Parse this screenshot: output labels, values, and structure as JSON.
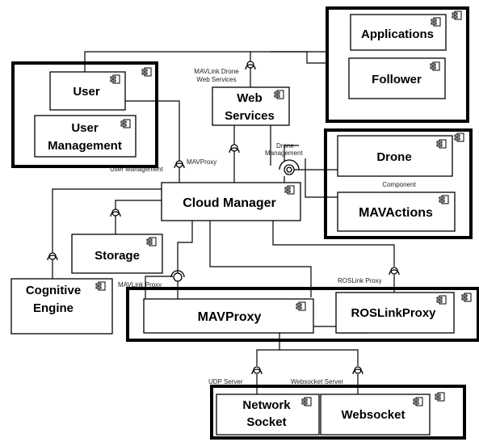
{
  "components": {
    "applications": "Applications",
    "follower": "Follower",
    "user": "User",
    "user_management": [
      "User",
      "Management"
    ],
    "web_services": [
      "Web",
      "Services"
    ],
    "drone": "Drone",
    "mavactions": "MAVActions",
    "cloud_manager": "Cloud Manager",
    "storage": "Storage",
    "cognitive_engine": [
      "Cognitive",
      "Engine"
    ],
    "mavproxy": "MAVProxy",
    "roslinkproxy": "ROSLinkProxy",
    "network_socket": [
      "Network",
      "Socket"
    ],
    "websocket": "Websocket"
  },
  "interfaces": {
    "mavlink_drone_web_services": [
      "MAVLink Drone",
      "Web  Services"
    ],
    "drone_management": [
      "Drone",
      "Management"
    ],
    "user_management": "User Management",
    "mavproxy": "MAVProxy",
    "component": "Component",
    "mavlink_proxy": "MAVLink Proxy",
    "roslink_proxy": "ROSLink Proxy",
    "udp_server": "UDP Server",
    "websocket_server": "Websocket Server"
  }
}
